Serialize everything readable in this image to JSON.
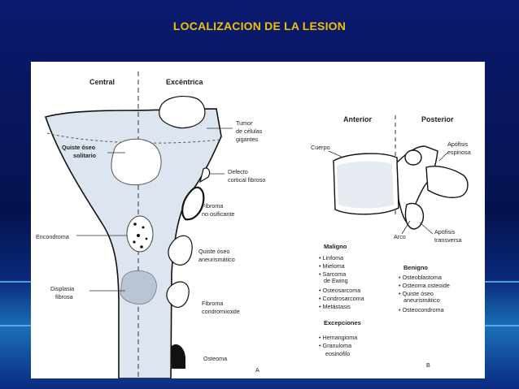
{
  "slide": {
    "title": "LOCALIZACION DE LA LESION"
  },
  "figure_a": {
    "header_left": "Central",
    "header_right": "Excéntrica",
    "panel_letter": "A",
    "labels": {
      "tumor": [
        "Tumor",
        "de células",
        "gigantes"
      ],
      "quiste_solitario": [
        "Quiste óseo",
        "solitario"
      ],
      "defecto": [
        "Defecto",
        "cortical fibroso"
      ],
      "fibroma_no_osif": [
        "Fibroma",
        "no osificante"
      ],
      "encondroma": "Encondroma",
      "quiste_aneur": [
        "Quiste óseo",
        "aneurismático"
      ],
      "displasia": [
        "Displasia",
        "fibrosa"
      ],
      "fibroma_condromix": [
        "Fibroma",
        "condromixoide"
      ],
      "osteoma": "Osteoma"
    }
  },
  "figure_b": {
    "header_left": "Anterior",
    "header_right": "Posterior",
    "panel_letter": "B",
    "labels": {
      "cuerpo": "Cuerpo",
      "apofisis_espinosa": [
        "Apófisis",
        "espinosa"
      ],
      "arco": "Arco",
      "apofisis_transversa": [
        "Apófisis",
        "transversa"
      ]
    },
    "maligno": {
      "title": "Maligno",
      "items": [
        "• Linfoma",
        "• Mieloma",
        "• Sarcoma",
        "  de Ewing",
        "• Osteosarcoma",
        "• Condrosarcoma",
        "• Metástasis"
      ]
    },
    "benigno": {
      "title": "Benigno",
      "items": [
        "• Osteoblastoma",
        "• Osteoma osteoide",
        "• Quiste óseo",
        "  aneurismático",
        "• Osteocondroma"
      ]
    },
    "excepciones": {
      "title": "Excepciones",
      "items": [
        "• Hemangioma",
        "• Granuloma",
        "  eosinófilo"
      ]
    }
  }
}
